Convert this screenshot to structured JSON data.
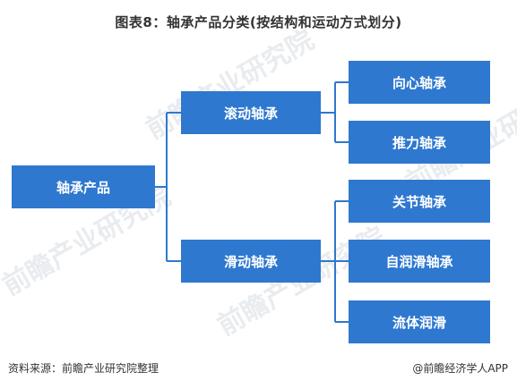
{
  "title": "图表8：轴承产品分类(按结构和运动方式划分)",
  "watermark": "前瞻产业研究院",
  "nodes": {
    "root": "轴承产品",
    "rolling": "滚动轴承",
    "sliding": "滑动轴承",
    "rolling_children": [
      "向心轴承",
      "推力轴承"
    ],
    "sliding_children": [
      "关节轴承",
      "自润滑轴承",
      "流体润滑"
    ]
  },
  "colors": {
    "node_fill": "#2e78cf",
    "connector": "#2e78cf"
  },
  "footer": {
    "source": "资料来源：前瞻产业研究院整理",
    "credit": "@前瞻经济学人APP"
  }
}
